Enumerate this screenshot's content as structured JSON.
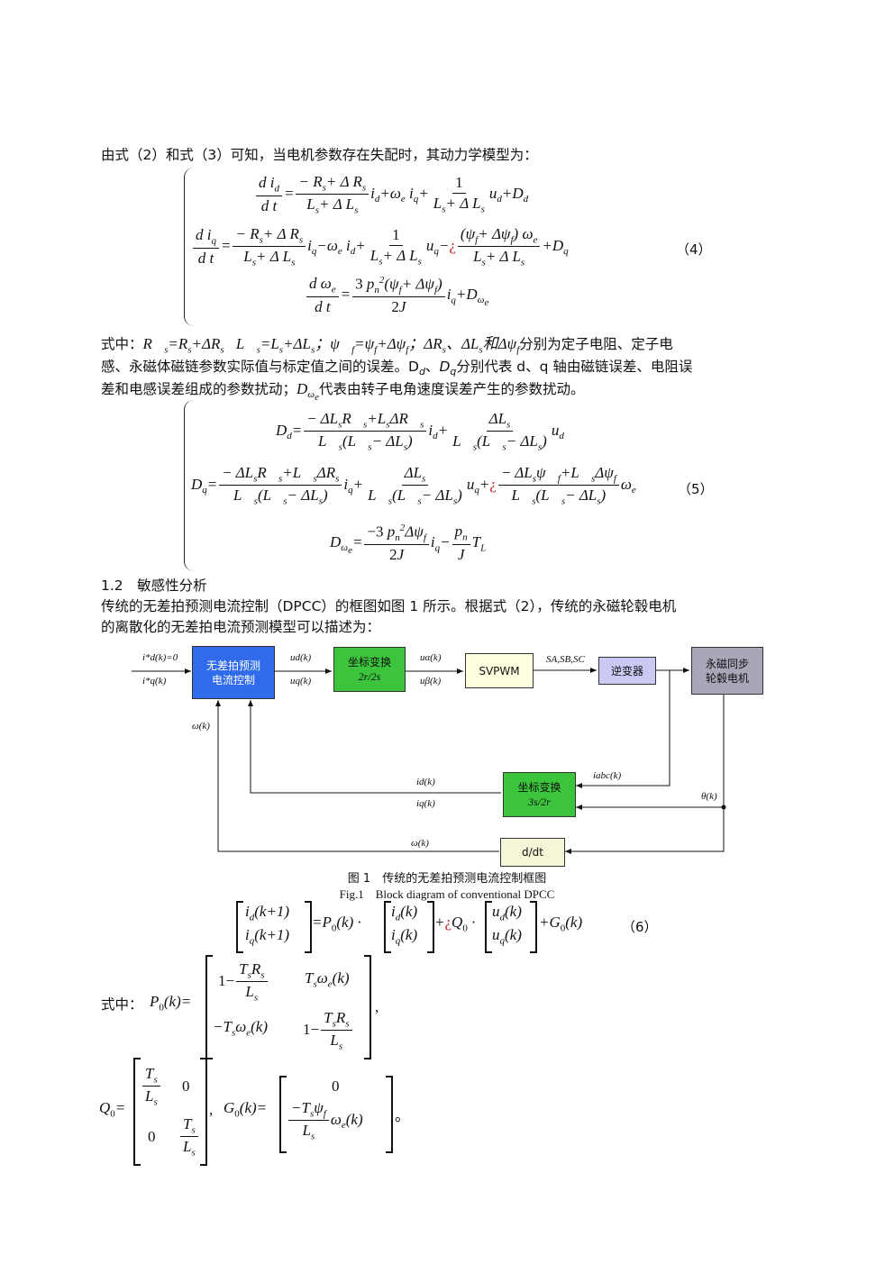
{
  "intro_line": "由式（2）和式（3）可知，当电机参数存在失配时，其动力学模型为：",
  "eq4_number": "（4）",
  "eq5_number": "（5）",
  "eq6_number": "（6）",
  "where_eq4_line1_a": "式中：",
  "where_eq4_line1_b": "分别为定子电阻、定子电",
  "where_eq4_line2": "感、永磁体磁链参数实际值与标定值之间的误差。D",
  "where_eq4_line2_b": "分别代表 d、q 轴由磁链误差、电阻误",
  "where_eq4_line3_a": "差和电感误差组成的参数扰动；",
  "where_eq4_line3_b": "代表由转子电角速度误差产生的参数扰动。",
  "section_heading": "1.2　敏感性分析",
  "para_line1": "传统的无差拍预测电流控制（DPCC）的框图如图 1 所示。根据式（2），传统的永磁轮毂电机",
  "para_line2": "的离散化的无差拍电流预测模型可以描述为：",
  "figure": {
    "block_dpcc": "无差拍预测\n电流控制",
    "block_transform_fwd": "坐标变换",
    "block_transform_fwd_sub": "2r/2s",
    "block_svpwm": "SVPWM",
    "block_inverter": "逆变器",
    "block_motor": "永磁同步\n轮毂电机",
    "block_transform_back": "坐标变换",
    "block_transform_back_sub": "3s/2r",
    "block_diff": "d/dt",
    "lbl_id_ref": "i*d(k)=0",
    "lbl_iq_ref": "i*q(k)",
    "lbl_ud": "ud(k)",
    "lbl_uq": "uq(k)",
    "lbl_ualpha": "uα(k)",
    "lbl_ubeta": "uβ(k)",
    "lbl_switch": "SA,SB,SC",
    "lbl_omega_in": "ω(k)",
    "lbl_id_fb": "id(k)",
    "lbl_iq_fb": "iq(k)",
    "lbl_iabc": "iabc(k)",
    "lbl_theta": "θ(k)",
    "lbl_omega_fb": "ω(k)",
    "caption_cn": "图 1　传统的无差拍预测电流控制框图",
    "caption_en": "Fig.1　Block diagram of conventional DPCC"
  },
  "where_eq6": "式中：",
  "colors": {
    "dpcc_block": "#2f6bea",
    "transform_block": "#3cc43c",
    "svpwm_block": "#ffffe0",
    "inverter_block": "#c9c9f4",
    "motor_block": "#a7a7b8",
    "diff_block": "#f5f5d8",
    "inline_mark": "#c0282d"
  }
}
